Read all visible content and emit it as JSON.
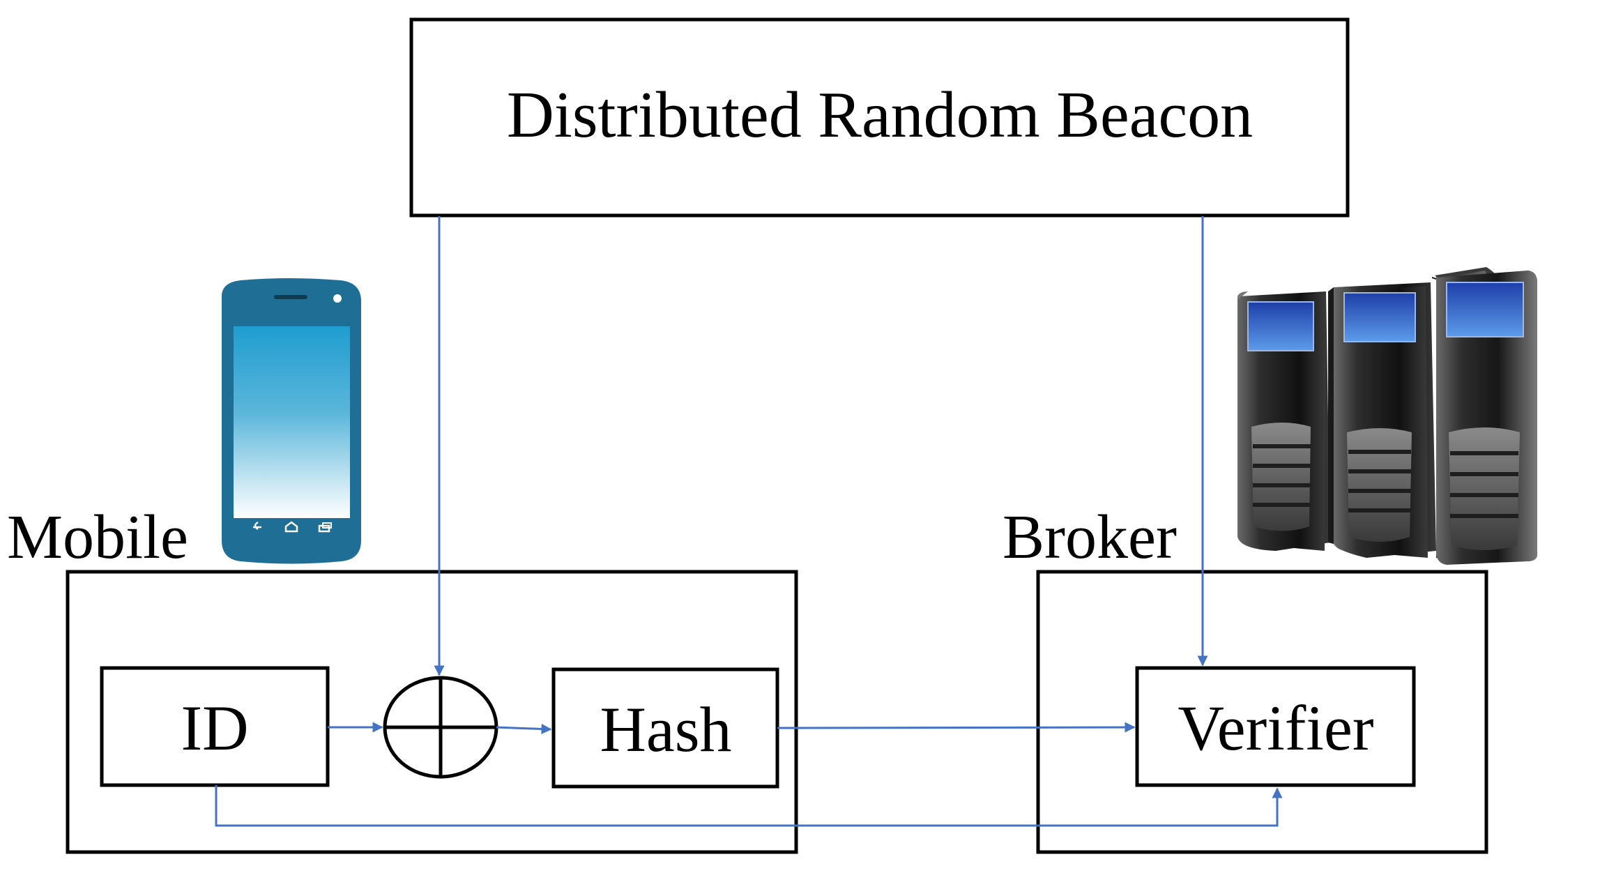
{
  "diagram": {
    "beacon_label": "Distributed Random Beacon",
    "mobile_label": "Mobile",
    "broker_label": "Broker",
    "id_label": "ID",
    "hash_label": "Hash",
    "verifier_label": "Verifier",
    "xor_operator": "xor-operator",
    "icons": [
      "smartphone-icon",
      "server-rack-icon"
    ]
  },
  "colors": {
    "arrow": "#4472C4",
    "stroke": "#000000",
    "phone_body": "#1E6E96",
    "server_screen": "#3C78D8"
  }
}
